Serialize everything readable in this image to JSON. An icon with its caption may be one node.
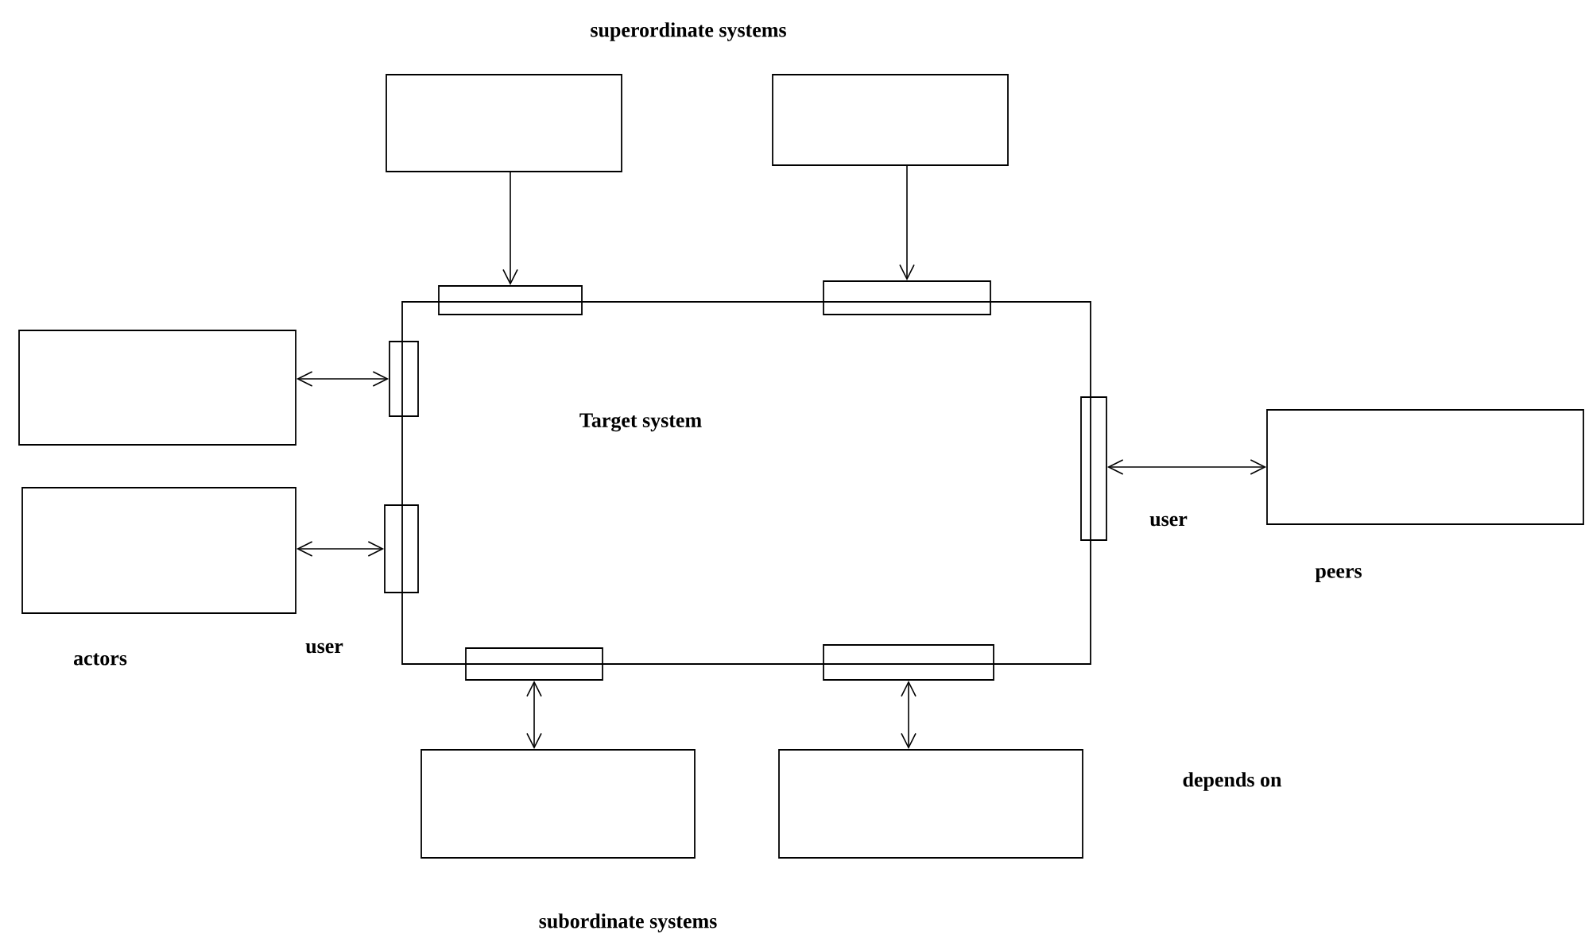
{
  "diagram": {
    "nodes": [
      {
        "text": [],
        "shape": "box"
      },
      {
        "text": [],
        "shape": "box"
      },
      {
        "text": [],
        "shape": "box"
      },
      {
        "text": [],
        "shape": "box"
      },
      {
        "text": [
          "Target system"
        ]
      },
      {
        "text": [],
        "shape": "box"
      },
      {
        "text": [],
        "shape": "box"
      },
      {
        "text": [],
        "shape": "box"
      },
      {
        "text": [],
        "shape": "box"
      },
      {
        "text": [],
        "shape": "box"
      },
      {
        "text": [],
        "shape": "box"
      },
      {
        "text": [],
        "shape": "box"
      },
      {
        "text": [],
        "shape": "box"
      },
      {
        "text": [],
        "shape": "box"
      },
      {
        "text": [],
        "shape": "box"
      }
    ],
    "edges": [
      {
        "from": 0,
        "to": 2,
        "arrow": "to"
      },
      {
        "from": 1,
        "to": 3,
        "arrow": "to"
      },
      {
        "from": 5,
        "to": 7,
        "arrow": "both"
      },
      {
        "from": 6,
        "to": 8,
        "arrow": "both"
      },
      {
        "from": 9,
        "to": 10,
        "arrow": "both"
      },
      {
        "from": 11,
        "to": 13,
        "arrow": "both"
      },
      {
        "from": 12,
        "to": 14,
        "arrow": "both"
      }
    ],
    "labels": [
      "superordinate systems",
      "user",
      "peers",
      "user",
      "actors",
      "depends on",
      "subordinate systems"
    ]
  }
}
